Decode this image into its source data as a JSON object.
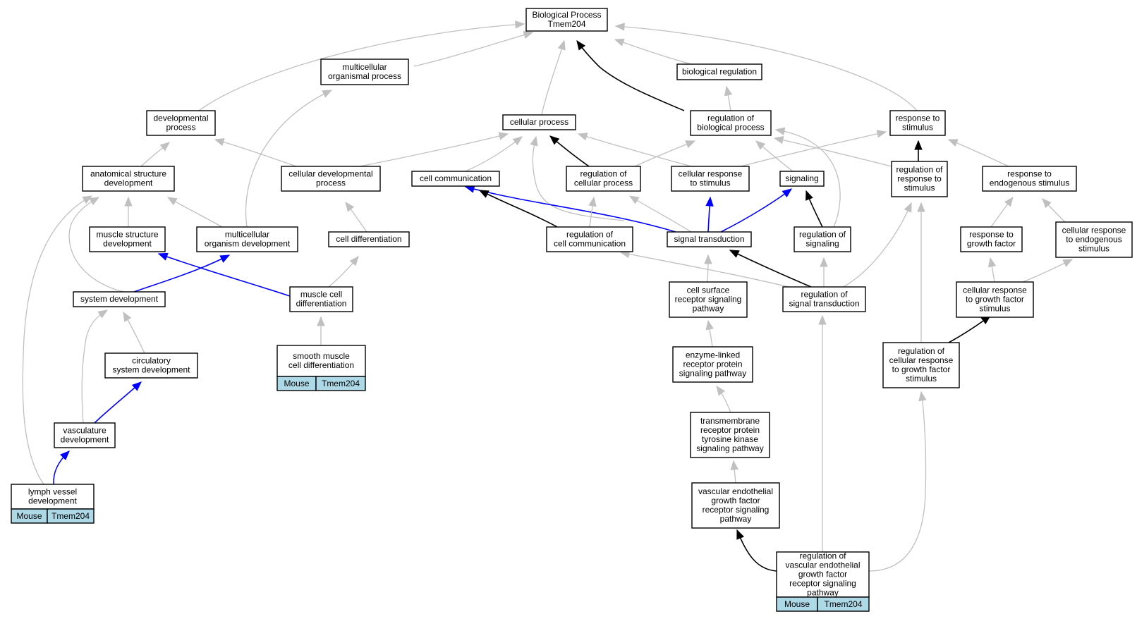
{
  "colors": {
    "gray": "#c0c0c0",
    "black": "#000000",
    "blue": "#0000ff",
    "tag": "#add8e6"
  },
  "nodes": [
    {
      "id": "bp",
      "lines": [
        "Biological Process",
        "Tmem204"
      ]
    },
    {
      "id": "mop",
      "lines": [
        "multicellular",
        "organismal process"
      ]
    },
    {
      "id": "breg",
      "lines": [
        "biological regulation"
      ]
    },
    {
      "id": "dev",
      "lines": [
        "developmental",
        "process"
      ]
    },
    {
      "id": "cp",
      "lines": [
        "cellular process"
      ]
    },
    {
      "id": "rbp",
      "lines": [
        "regulation of",
        "biological process"
      ]
    },
    {
      "id": "rts",
      "lines": [
        "response to",
        "stimulus"
      ]
    },
    {
      "id": "asd",
      "lines": [
        "anatomical structure",
        "development"
      ]
    },
    {
      "id": "cdp",
      "lines": [
        "cellular developmental",
        "process"
      ]
    },
    {
      "id": "cc",
      "lines": [
        "cell communication"
      ]
    },
    {
      "id": "rcp",
      "lines": [
        "regulation of",
        "cellular process"
      ]
    },
    {
      "id": "crs",
      "lines": [
        "cellular response",
        "to stimulus"
      ]
    },
    {
      "id": "sig",
      "lines": [
        "signaling"
      ]
    },
    {
      "id": "rrs",
      "lines": [
        "regulation of",
        "response to",
        "stimulus"
      ]
    },
    {
      "id": "res",
      "lines": [
        "response to",
        "endogenous stimulus"
      ]
    },
    {
      "id": "msd",
      "lines": [
        "muscle structure",
        "development"
      ]
    },
    {
      "id": "mod",
      "lines": [
        "multicellular",
        "organism development"
      ]
    },
    {
      "id": "cd",
      "lines": [
        "cell differentiation"
      ]
    },
    {
      "id": "rcc",
      "lines": [
        "regulation of",
        "cell communication"
      ]
    },
    {
      "id": "st",
      "lines": [
        "signal transduction"
      ]
    },
    {
      "id": "rsig",
      "lines": [
        "regulation of",
        "signaling"
      ]
    },
    {
      "id": "rgf",
      "lines": [
        "response to",
        "growth factor"
      ]
    },
    {
      "id": "cres",
      "lines": [
        "cellular response",
        "to endogenous",
        "stimulus"
      ]
    },
    {
      "id": "sd",
      "lines": [
        "system development"
      ]
    },
    {
      "id": "mcd",
      "lines": [
        "muscle cell",
        "differentiation"
      ]
    },
    {
      "id": "csr",
      "lines": [
        "cell surface",
        "receptor signaling",
        "pathway"
      ]
    },
    {
      "id": "rst",
      "lines": [
        "regulation of",
        "signal transduction"
      ]
    },
    {
      "id": "crgf",
      "lines": [
        "cellular response",
        "to growth factor",
        "stimulus"
      ]
    },
    {
      "id": "csd",
      "lines": [
        "circulatory",
        "system development"
      ]
    },
    {
      "id": "smcd",
      "lines": [
        "smooth muscle",
        "cell differentiation"
      ],
      "tags": [
        "Mouse",
        "Tmem204"
      ]
    },
    {
      "id": "elr",
      "lines": [
        "enzyme-linked",
        "receptor protein",
        "signaling pathway"
      ]
    },
    {
      "id": "rcrgf",
      "lines": [
        "regulation of",
        "cellular response",
        "to growth factor",
        "stimulus"
      ]
    },
    {
      "id": "vd",
      "lines": [
        "vasculature",
        "development"
      ]
    },
    {
      "id": "tmr",
      "lines": [
        "transmembrane",
        "receptor protein",
        "tyrosine kinase",
        "signaling pathway"
      ]
    },
    {
      "id": "lvd",
      "lines": [
        "lymph vessel",
        "development"
      ],
      "tags": [
        "Mouse",
        "Tmem204"
      ]
    },
    {
      "id": "vegf",
      "lines": [
        "vascular endothelial",
        "growth factor",
        "receptor signaling",
        "pathway"
      ]
    },
    {
      "id": "rvegf",
      "lines": [
        "regulation of",
        "vascular endothelial",
        "growth factor",
        "receptor signaling",
        "pathway"
      ],
      "tags": [
        "Mouse",
        "Tmem204"
      ]
    }
  ]
}
